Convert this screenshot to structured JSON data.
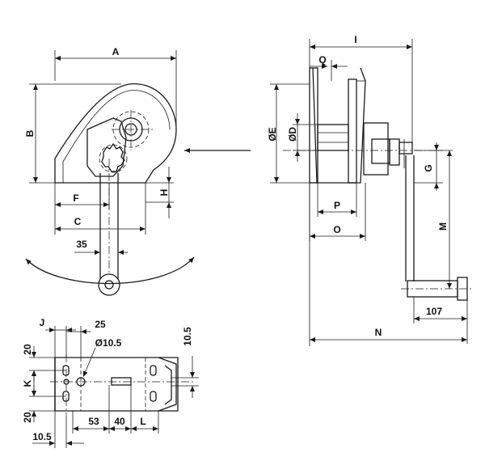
{
  "labels": {
    "A": "A",
    "B": "B",
    "C": "C",
    "F": "F",
    "H": "H",
    "dim_35": "35",
    "I": "I",
    "Q": "Q",
    "OE": "ØE",
    "OD": "ØD",
    "G": "G",
    "P": "P",
    "O": "O",
    "M": "M",
    "dim_107": "107",
    "N": "N",
    "J": "J",
    "dim_25": "25",
    "hole": "Ø10.5",
    "dim_10_5_right": "10.5",
    "dim_20_top": "20",
    "K": "K",
    "dim_20_bottom": "20",
    "dim_53": "53",
    "dim_40": "40",
    "L": "L",
    "dim_10_5_bottom": "10.5"
  }
}
